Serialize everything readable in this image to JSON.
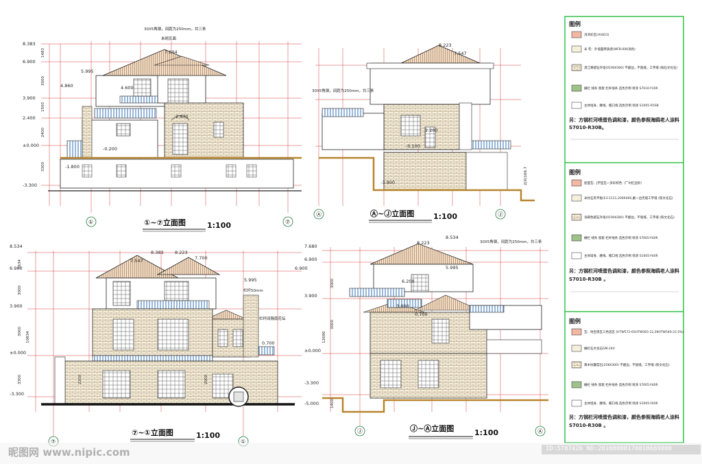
{
  "drawings": [
    {
      "title": "①~⑦立面图",
      "scale": "1:100",
      "levels": [
        "8.383",
        "6.900",
        "3.900",
        "2.400",
        "±0.000",
        "-1.800",
        "-3.300"
      ],
      "dims": [
        "5.995",
        "4.860",
        "4.600",
        "7.604",
        "2.470",
        "-0.200",
        "-1.800"
      ],
      "note": "30X5角钢，间距为250mm，共三条",
      "note2": "未砌瓦面",
      "vdims": [
        "1483",
        "3000",
        "1500",
        "2400",
        "3300"
      ],
      "axes": [
        "①",
        "⑦"
      ]
    },
    {
      "title": "Ⓐ~Ⓙ立面图",
      "scale": "1:100",
      "levels": [],
      "dims": [
        "8.223",
        "7.547",
        "2.200",
        "-0.100",
        "-3.900"
      ],
      "note": "30X5角钢，间距为250mm，共三条",
      "vdims": [
        "2(X)166.7"
      ],
      "axes": [
        "Ⓐ",
        "Ⓙ"
      ]
    },
    {
      "title": "⑦~①立面图",
      "scale": "1:100",
      "levels": [
        "8.534",
        "6.900",
        "3.900",
        "±0.000",
        "-3.300"
      ],
      "dims": [
        "8.383",
        "8.223",
        "7.547",
        "7.700",
        "5.995",
        "0.700",
        "2200",
        "2000",
        "6.900"
      ],
      "note": "栏杆50mm",
      "note2": "栏杆间隔南花坛",
      "vdims": [
        "1634",
        "3000",
        "3000",
        "10834",
        "3300"
      ],
      "axes": [
        "⑦",
        "①"
      ]
    },
    {
      "title": "Ⓙ~Ⓐ立面图",
      "scale": "1:100",
      "levels": [
        "7.680",
        "6.900",
        "3.900",
        "±0.000",
        "-3.300",
        "-5.000"
      ],
      "dims": [
        "8.223",
        "8.534",
        "5.995",
        "6.200",
        "3.000",
        "0.700"
      ],
      "note": "30X5角钢，间距为250mm，共三条",
      "vdims": [
        "3000",
        "3000",
        "12680",
        "1400"
      ],
      "axes": [
        "Ⓙ",
        "Ⓐ"
      ]
    }
  ],
  "legends": [
    {
      "title": "图例",
      "items": [
        {
          "color": "#f1b8a4",
          "text": "湾湾彩瓦(HV815)"
        },
        {
          "color": "#f4f0dc",
          "text": "米 宅：外墙面砖质感(WFB-006浅色)"
        },
        {
          "color": "#c9a46a",
          "text": "湛江黄蜡石外墙(01904300) 不磨边，不留缝，工字缝 (按石文化石)"
        },
        {
          "color": "#9fc28a",
          "text": "栅栏 线条 窗套 栏杆线条 选色示例 喷涂 S7010-Y10R"
        },
        {
          "color": "#ffffff",
          "text": "主体墙身、腰线、檐口线 选色示例 喷涂 S1005-R50B"
        }
      ],
      "footer": "另：方钢栏河喷蛋色调和漆，颜色参照海鸥老人涂料 S7010-R30B。"
    },
    {
      "title": "图例",
      "items": [
        {
          "color": "#f1b8a4",
          "text": "屋面瓦：J字型瓦一多彩棕色（广州红丝棕）"
        },
        {
          "color": "#f4f0dc",
          "text": "米纹石英平板(E3-1111,200X400,磨一边无缝工字缝 (照文化石)"
        },
        {
          "color": "#c9a46a",
          "text": "浅褐色蜡石外墙(01904300) 不磨边，不留缝，工字缝 (照文化石)"
        },
        {
          "color": "#9fc28a",
          "text": "栅栏 线条 窗套 栏杆线条 选色示例 喷涂 S7005-Y40R"
        },
        {
          "color": "#ffffff",
          "text": "主体墙身、腰线、檐口线 选色示例 喷涂 S1005-Y40R"
        }
      ],
      "footer": "另：方钢栏河喷蛋色调和漆，颜色参照海鸥老人涂料 S7010-R30B 。"
    },
    {
      "title": "图例",
      "items": [
        {
          "color": "#f1b8a4",
          "text": "瓦：地宝琉瓦三色混瓦 (HTW572-65HTW565-12,39HTW540-22,5%)"
        },
        {
          "color": "#f4f0dc",
          "text": "栅栏石文化石GM-24V"
        },
        {
          "color": "#c9a46a",
          "text": "黄木纹蘑菇石(258X300) 不磨边，不留缝，工字缝 (照文化石)"
        },
        {
          "color": "#9fc28a",
          "text": "栅栏 线条 窗套 栏杆线条 选色示例 喷涂 S7005-Y40R"
        },
        {
          "color": "#ffffff",
          "text": "主体墙身、腰线、檐口线 选色示例 喷涂 S1005-Y40R"
        }
      ],
      "footer": "另：方钢栏河喷蛋色调和漆，颜色参照海鸥老人涂料 S7010-R30B 。"
    }
  ],
  "watermark": {
    "left": "昵图网 www.nipic.com",
    "right": "ID:5787426 NO:20160808170810669000"
  },
  "colors": {
    "roof": "#e8c8a8",
    "stone": "#c9a46a",
    "ground": "#b8842c",
    "balustrade": "#3a7fc4",
    "grid": "#d63a3a",
    "legend_border": "#34c24a"
  }
}
